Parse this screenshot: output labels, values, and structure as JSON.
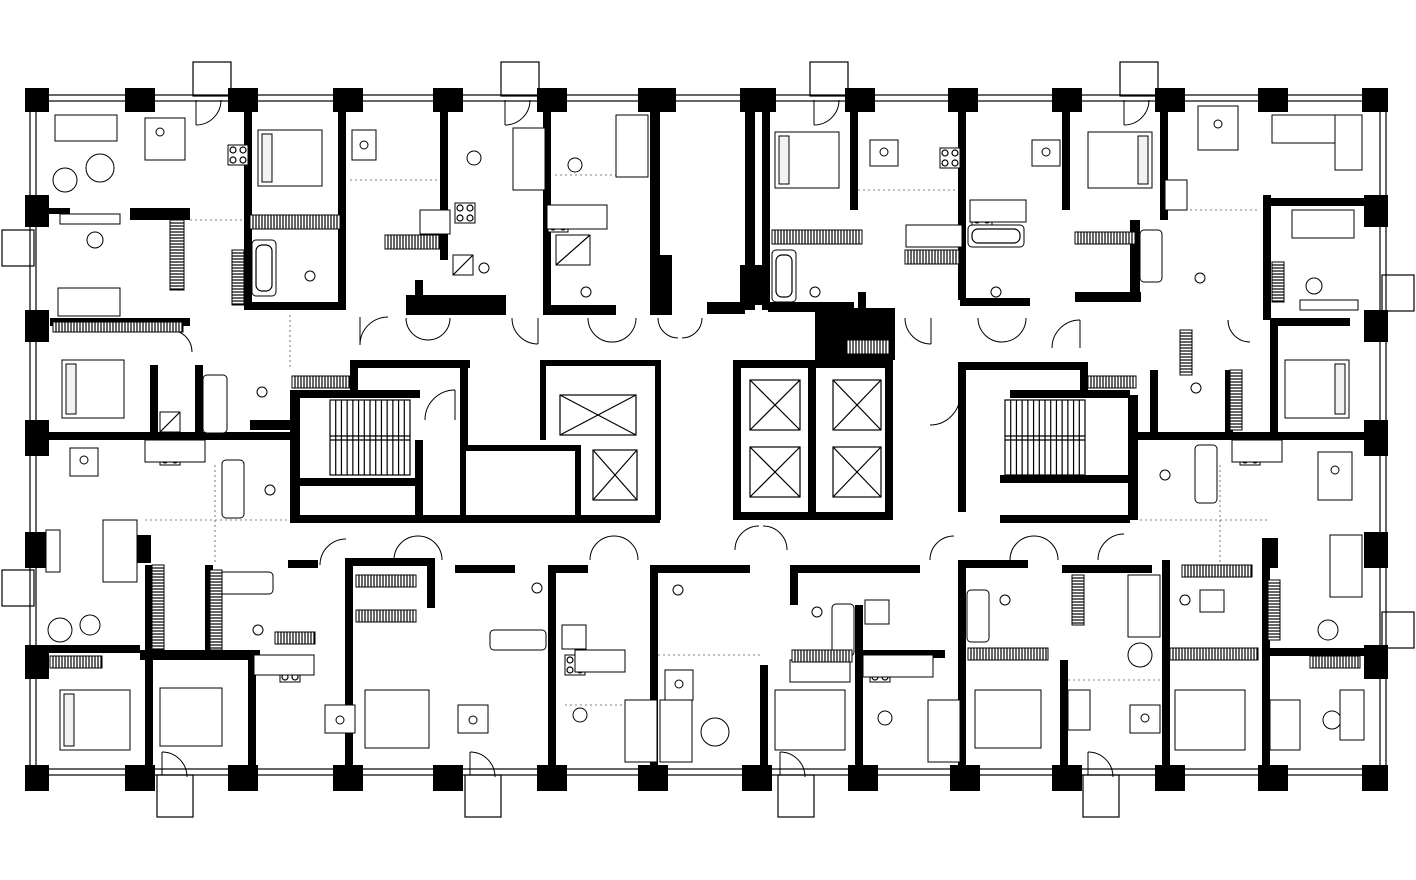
{
  "plan": {
    "background": "#ffffff",
    "wall_color": "#000000",
    "fixture_color": "#000000"
  },
  "icons": [
    "floor-plan",
    "elevator-cross",
    "staircase",
    "door-swing",
    "bed",
    "sofa",
    "dining-table",
    "bathtub",
    "toilet",
    "sink",
    "stove",
    "shower",
    "wardrobe"
  ]
}
